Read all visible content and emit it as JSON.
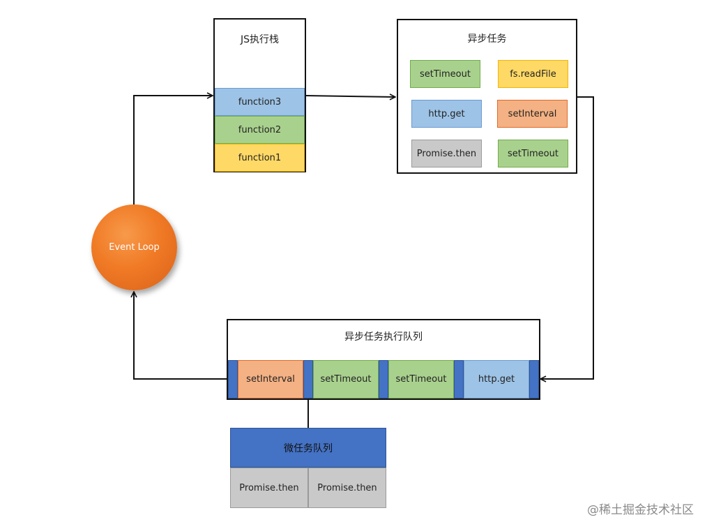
{
  "js_stack": {
    "title": "JS执行栈",
    "items": [
      "function3",
      "function2",
      "function1"
    ]
  },
  "async_tasks": {
    "title": "异步任务",
    "items": [
      "setTimeout",
      "fs.readFile",
      "http.get",
      "setInterval",
      "Promise.then",
      "setTimeout"
    ]
  },
  "event_loop": {
    "label": "Event Loop"
  },
  "task_queue": {
    "title": "异步任务执行队列",
    "items": [
      "setInterval",
      "setTimeout",
      "setTimeout",
      "http.get"
    ]
  },
  "microtask_queue": {
    "title": "微任务队列",
    "items": [
      "Promise.then",
      "Promise.then"
    ]
  },
  "watermark": "@稀土掘金技术社区",
  "colors": {
    "blue": "#9dc3e6",
    "green": "#a9d18e",
    "yellow": "#ffd966",
    "orange": "#f4b183",
    "gray": "#c9c9c9",
    "queue_separator": "#4472c4",
    "event_loop": "#f07a25"
  }
}
